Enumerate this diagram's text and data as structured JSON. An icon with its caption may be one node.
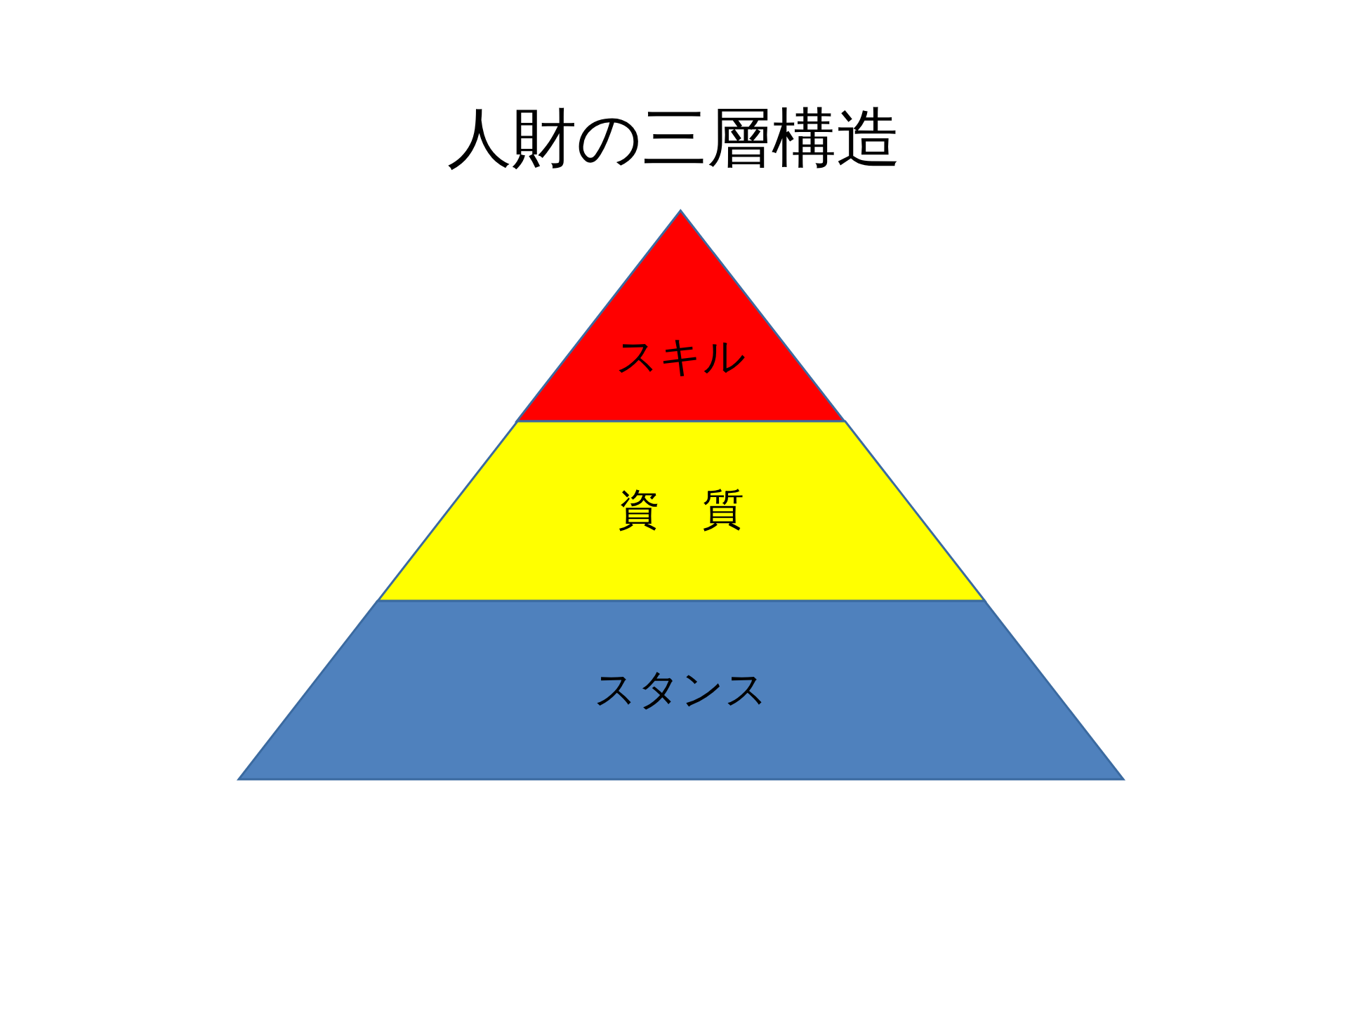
{
  "diagram": {
    "title": "人財の三層構造",
    "nodes": [
      {
        "text": [
          "スキル"
        ]
      },
      {
        "text": [
          "資　質"
        ]
      },
      {
        "text": [
          "スタンス"
        ]
      }
    ]
  }
}
